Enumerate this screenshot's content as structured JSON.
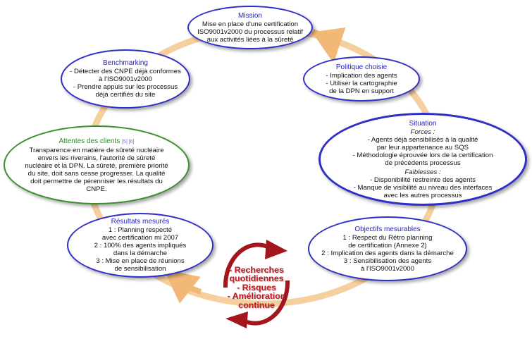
{
  "mission": {
    "title": "Mission",
    "lines": [
      "Mise en place d'une certification",
      "ISO9001v2000 du processus relatif",
      "aux activités liées à la sûreté"
    ]
  },
  "politique": {
    "title": "Politique choisie",
    "lines": [
      "- Implication des agents",
      "- Utiliser la cartographie",
      "de la DPN en support"
    ]
  },
  "situation": {
    "title": "Situation",
    "forces_label": "Forces :",
    "forces": [
      "- Agents déjà sensibilisés à la qualité",
      "par leur appartenance au SQS",
      "- Méthodologie éprouvée lors de la certification",
      "de précédents processus"
    ],
    "faiblesses_label": "Faiblesses :",
    "faiblesses": [
      "- Disponibilité restreinte des agents",
      "- Manque de visibilité au niveau des interfaces",
      "avec les autres processus"
    ]
  },
  "objectifs": {
    "title": "Objectifs mesurables",
    "lines": [
      "1 : Respect du Rétro planning",
      "de certification (Annexe 2)",
      "2 : Implication des agents dans la démarche",
      "3 : Sensibilisation des agents",
      "à l'ISO9001v2000"
    ]
  },
  "resultats": {
    "title": "Résultats mesurés",
    "lines": [
      "1 : Planning respecté",
      "avec certification mi 2007",
      "2 : 100% des agents impliqués",
      "dans la démarche",
      "3 : Mise en place de réunions",
      "de sensibilisation"
    ]
  },
  "attentes": {
    "title": "Attentes des clients",
    "refs": "[5] [6]",
    "lines": [
      "Transparence en matière de sûreté nucléaire",
      "envers les riverains, l'autorité de sûreté",
      "nucléaire et la DPN. La sûreté, première priorité",
      "du site, doit sans cesse progresser. La qualité",
      "doit permettre de pérenniser les résultats du",
      "CNPE."
    ]
  },
  "benchmarking": {
    "title": "Benchmarking",
    "lines": [
      "- Détecter des CNPE déjà conformes",
      "à l'ISO9001v2000",
      "- Prendre appuis sur les processus",
      "déjà certifiés du site"
    ]
  },
  "center": {
    "lines": [
      "- Recherches",
      "quotidiennes",
      "- Risques",
      "- Amélioration",
      "continue"
    ]
  },
  "colors": {
    "ring": "#f6cf9e",
    "ring_arrow": "#f2b877",
    "blue_border": "#2f2fc8",
    "green_border": "#3a8f2a",
    "center_red": "#a3161c"
  }
}
